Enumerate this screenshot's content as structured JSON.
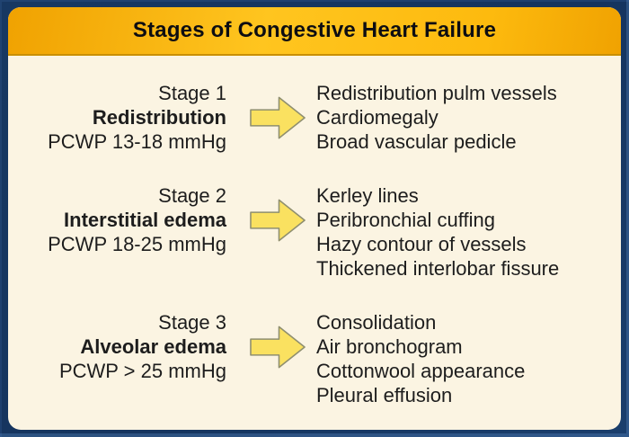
{
  "title": "Stages of Congestive Heart Failure",
  "stages": [
    {
      "stage_label": "Stage 1",
      "name": "Redistribution",
      "pcwp": "PCWP 13-18 mmHg",
      "findings": [
        "Redistribution pulm vessels",
        "Cardiomegaly",
        "Broad vascular pedicle"
      ]
    },
    {
      "stage_label": "Stage 2",
      "name": "Interstitial edema",
      "pcwp": "PCWP 18-25 mmHg",
      "findings": [
        "Kerley lines",
        "Peribronchial cuffing",
        "Hazy contour of vessels",
        "Thickened interlobar fissure"
      ]
    },
    {
      "stage_label": "Stage 3",
      "name": "Alveolar edema",
      "pcwp": "PCWP > 25 mmHg",
      "findings": [
        "Consolidation",
        "Air bronchogram",
        "Cottonwool appearance",
        "Pleural effusion"
      ]
    }
  ],
  "icons": {
    "arrow": "right-arrow-icon"
  },
  "colors": {
    "background": "#15345E",
    "background_edge_highlight": "#3A6396",
    "header_gold_dark": "#F0A201",
    "header_gold_light": "#FFC51F",
    "header_divider": "#C98F00",
    "panel_cream": "#FBF4E2",
    "title_text": "#0D0D12",
    "body_text": "#1D1D1D",
    "arrow_fill": "#FAE160",
    "arrow_stroke": "#8F8F6F"
  }
}
